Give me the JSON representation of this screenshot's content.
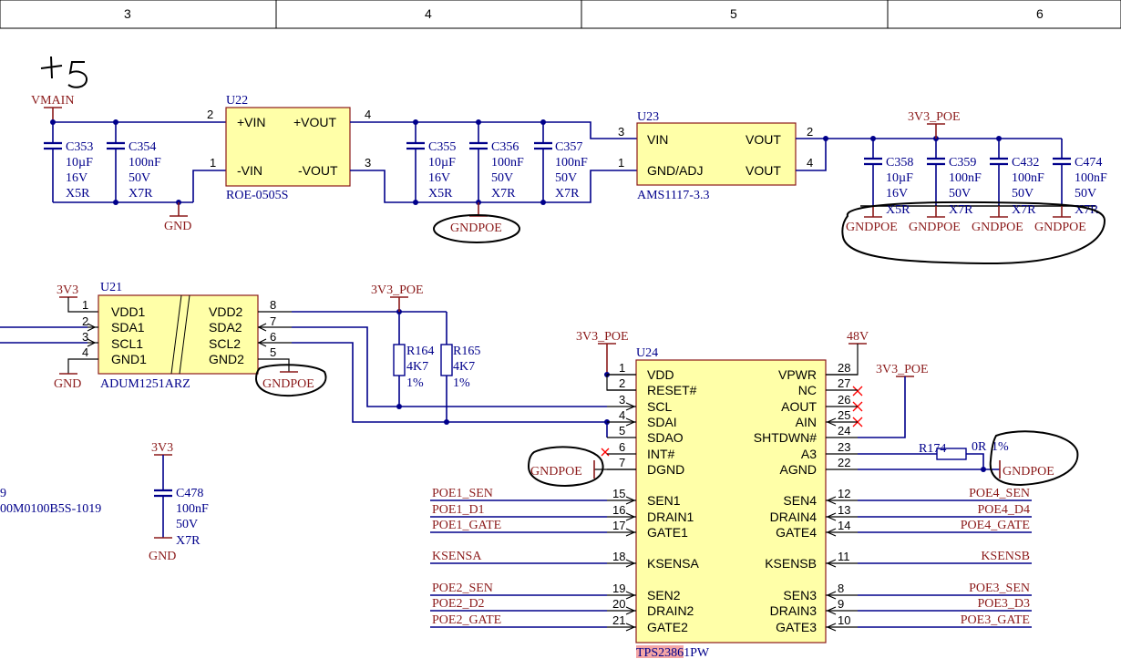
{
  "columns": [
    "3",
    "4",
    "5",
    "6"
  ],
  "handwritten_note": "+5",
  "power": {
    "vmain": "VMAIN",
    "gnd": "GND",
    "gndpoe": "GNDPOE",
    "v3v3_poe": "3V3_POE",
    "v3v3": "3V3",
    "v48": "48V"
  },
  "u22": {
    "ref": "U22",
    "part": "ROE-0505S",
    "pins": [
      {
        "num": "2",
        "name": "+VIN"
      },
      {
        "num": "1",
        "name": "-VIN"
      },
      {
        "num": "4",
        "name": "+VOUT"
      },
      {
        "num": "3",
        "name": "-VOUT"
      }
    ]
  },
  "u23": {
    "ref": "U23",
    "part": "AMS1117-3.3",
    "pins": [
      {
        "num": "3",
        "name": "VIN"
      },
      {
        "num": "1",
        "name": "GND/ADJ"
      },
      {
        "num": "2",
        "name": "VOUT"
      },
      {
        "num": "4",
        "name": "VOUT"
      }
    ]
  },
  "u21": {
    "ref": "U21",
    "part": "ADUM1251ARZ",
    "left_pins": [
      {
        "num": "1",
        "name": "VDD1"
      },
      {
        "num": "2",
        "name": "SDA1"
      },
      {
        "num": "3",
        "name": "SCL1"
      },
      {
        "num": "4",
        "name": "GND1"
      }
    ],
    "right_pins": [
      {
        "num": "8",
        "name": "VDD2"
      },
      {
        "num": "7",
        "name": "SDA2"
      },
      {
        "num": "6",
        "name": "SCL2"
      },
      {
        "num": "5",
        "name": "GND2"
      }
    ]
  },
  "u24": {
    "ref": "U24",
    "part": "TPS23861PW",
    "left_pins": [
      {
        "num": "1",
        "name": "VDD"
      },
      {
        "num": "2",
        "name": "RESET#"
      },
      {
        "num": "3",
        "name": "SCL"
      },
      {
        "num": "4",
        "name": "SDAI"
      },
      {
        "num": "5",
        "name": "SDAO"
      },
      {
        "num": "6",
        "name": "INT#"
      },
      {
        "num": "7",
        "name": "DGND"
      },
      {
        "num": "15",
        "name": "SEN1"
      },
      {
        "num": "16",
        "name": "DRAIN1"
      },
      {
        "num": "17",
        "name": "GATE1"
      },
      {
        "num": "18",
        "name": "KSENSA"
      },
      {
        "num": "19",
        "name": "SEN2"
      },
      {
        "num": "20",
        "name": "DRAIN2"
      },
      {
        "num": "21",
        "name": "GATE2"
      }
    ],
    "right_pins": [
      {
        "num": "28",
        "name": "VPWR"
      },
      {
        "num": "27",
        "name": "NC"
      },
      {
        "num": "26",
        "name": "AOUT"
      },
      {
        "num": "25",
        "name": "AIN"
      },
      {
        "num": "24",
        "name": "SHTDWN#"
      },
      {
        "num": "23",
        "name": "A3"
      },
      {
        "num": "22",
        "name": "AGND"
      },
      {
        "num": "12",
        "name": "SEN4"
      },
      {
        "num": "13",
        "name": "DRAIN4"
      },
      {
        "num": "14",
        "name": "GATE4"
      },
      {
        "num": "11",
        "name": "KSENSB"
      },
      {
        "num": "8",
        "name": "SEN3"
      },
      {
        "num": "9",
        "name": "DRAIN3"
      },
      {
        "num": "10",
        "name": "GATE3"
      }
    ]
  },
  "caps": [
    {
      "ref": "C353",
      "v1": "10µF",
      "v2": "16V",
      "v3": "X5R"
    },
    {
      "ref": "C354",
      "v1": "100nF",
      "v2": "50V",
      "v3": "X7R"
    },
    {
      "ref": "C355",
      "v1": "10µF",
      "v2": "16V",
      "v3": "X5R"
    },
    {
      "ref": "C356",
      "v1": "100nF",
      "v2": "50V",
      "v3": "X7R"
    },
    {
      "ref": "C357",
      "v1": "100nF",
      "v2": "50V",
      "v3": "X7R"
    },
    {
      "ref": "C358",
      "v1": "10µF",
      "v2": "16V",
      "v3": "X5R"
    },
    {
      "ref": "C359",
      "v1": "100nF",
      "v2": "50V",
      "v3": "X7R"
    },
    {
      "ref": "C432",
      "v1": "100nF",
      "v2": "50V",
      "v3": "X7R"
    },
    {
      "ref": "C474",
      "v1": "100nF",
      "v2": "50V",
      "v3": "X7R"
    },
    {
      "ref": "C478",
      "v1": "100nF",
      "v2": "50V",
      "v3": "X7R"
    }
  ],
  "resistors": [
    {
      "ref": "R164",
      "v1": "4K7",
      "v2": "1%"
    },
    {
      "ref": "R165",
      "v1": "4K7",
      "v2": "1%"
    },
    {
      "ref": "R174",
      "v1": "0R",
      "v2": "1%"
    }
  ],
  "nets": {
    "left": [
      "POE1_SEN",
      "POE1_D1",
      "POE1_GATE",
      "KSENSA",
      "POE2_SEN",
      "POE2_D2",
      "POE2_GATE"
    ],
    "right": [
      "POE4_SEN",
      "POE4_D4",
      "POE4_GATE",
      "KSENSB",
      "POE3_SEN",
      "POE3_D3",
      "POE3_GATE"
    ]
  },
  "cutoff_left": {
    "line1": "9",
    "line2": "00M0100B5S-1019"
  }
}
